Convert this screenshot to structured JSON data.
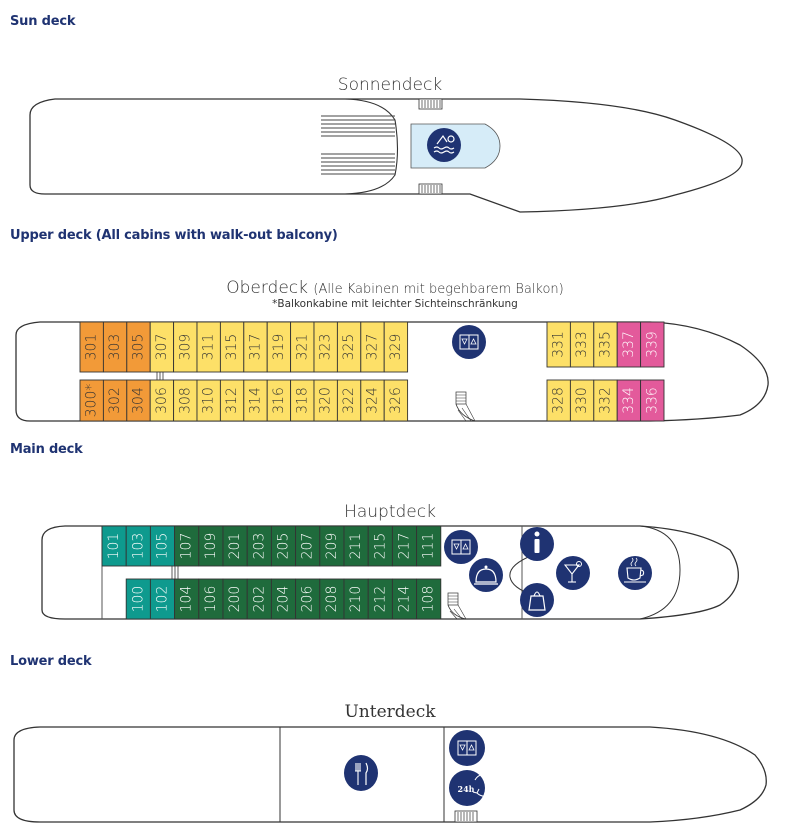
{
  "colors": {
    "heading": "#1f3372",
    "icon_circle": "#1f3372",
    "suite_orange": "#f29a38",
    "balcony_yellow": "#fde068",
    "pink": "#e35a9b",
    "teal": "#0e9a8e",
    "green": "#1f6b3c",
    "pool": "#d6ecf8",
    "outline": "#333333"
  },
  "sections": {
    "sun": {
      "heading": "Sun deck",
      "title": "Sonnendeck"
    },
    "upper": {
      "heading": "Upper deck (All cabins with walk-out balcony)",
      "title": "Oberdeck",
      "title_suffix": "(Alle Kabinen mit begehbarem Balkon)",
      "note": "*Balkonkabine mit leichter Sichteinschränkung"
    },
    "main": {
      "heading": "Main deck",
      "title": "Hauptdeck"
    },
    "lower": {
      "heading": "Lower deck",
      "title": "Unterdeck"
    }
  },
  "upper_cabins": {
    "top": [
      {
        "n": "301",
        "c": "suite_orange"
      },
      {
        "n": "303",
        "c": "suite_orange"
      },
      {
        "n": "305",
        "c": "suite_orange"
      },
      {
        "n": "307",
        "c": "balcony_yellow"
      },
      {
        "n": "309",
        "c": "balcony_yellow"
      },
      {
        "n": "311",
        "c": "balcony_yellow"
      },
      {
        "n": "315",
        "c": "balcony_yellow"
      },
      {
        "n": "317",
        "c": "balcony_yellow"
      },
      {
        "n": "319",
        "c": "balcony_yellow"
      },
      {
        "n": "321",
        "c": "balcony_yellow"
      },
      {
        "n": "323",
        "c": "balcony_yellow"
      },
      {
        "n": "325",
        "c": "balcony_yellow"
      },
      {
        "n": "327",
        "c": "balcony_yellow"
      },
      {
        "n": "329",
        "c": "balcony_yellow"
      }
    ],
    "bottom": [
      {
        "n": "300*",
        "c": "suite_orange"
      },
      {
        "n": "302",
        "c": "suite_orange"
      },
      {
        "n": "304",
        "c": "suite_orange"
      },
      {
        "n": "306",
        "c": "balcony_yellow"
      },
      {
        "n": "308",
        "c": "balcony_yellow"
      },
      {
        "n": "310",
        "c": "balcony_yellow"
      },
      {
        "n": "312",
        "c": "balcony_yellow"
      },
      {
        "n": "314",
        "c": "balcony_yellow"
      },
      {
        "n": "316",
        "c": "balcony_yellow"
      },
      {
        "n": "318",
        "c": "balcony_yellow"
      },
      {
        "n": "320",
        "c": "balcony_yellow"
      },
      {
        "n": "322",
        "c": "balcony_yellow"
      },
      {
        "n": "324",
        "c": "balcony_yellow"
      },
      {
        "n": "326",
        "c": "balcony_yellow"
      }
    ],
    "fwd_top": [
      {
        "n": "331",
        "c": "balcony_yellow"
      },
      {
        "n": "333",
        "c": "balcony_yellow"
      },
      {
        "n": "335",
        "c": "balcony_yellow"
      },
      {
        "n": "337",
        "c": "pink"
      },
      {
        "n": "339",
        "c": "pink"
      }
    ],
    "fwd_bottom": [
      {
        "n": "328",
        "c": "balcony_yellow"
      },
      {
        "n": "330",
        "c": "balcony_yellow"
      },
      {
        "n": "332",
        "c": "balcony_yellow"
      },
      {
        "n": "334",
        "c": "pink"
      },
      {
        "n": "336",
        "c": "pink"
      }
    ]
  },
  "main_cabins": {
    "top": [
      {
        "n": "101",
        "c": "teal"
      },
      {
        "n": "103",
        "c": "teal"
      },
      {
        "n": "105",
        "c": "teal"
      },
      {
        "n": "107",
        "c": "green"
      },
      {
        "n": "109",
        "c": "green"
      },
      {
        "n": "201",
        "c": "green"
      },
      {
        "n": "203",
        "c": "green"
      },
      {
        "n": "205",
        "c": "green"
      },
      {
        "n": "207",
        "c": "green"
      },
      {
        "n": "209",
        "c": "green"
      },
      {
        "n": "211",
        "c": "green"
      },
      {
        "n": "215",
        "c": "green"
      },
      {
        "n": "217",
        "c": "green"
      },
      {
        "n": "111",
        "c": "green"
      }
    ],
    "bottom": [
      {
        "n": "100",
        "c": "teal"
      },
      {
        "n": "102",
        "c": "teal"
      },
      {
        "n": "104",
        "c": "green"
      },
      {
        "n": "106",
        "c": "green"
      },
      {
        "n": "200",
        "c": "green"
      },
      {
        "n": "202",
        "c": "green"
      },
      {
        "n": "204",
        "c": "green"
      },
      {
        "n": "206",
        "c": "green"
      },
      {
        "n": "208",
        "c": "green"
      },
      {
        "n": "210",
        "c": "green"
      },
      {
        "n": "212",
        "c": "green"
      },
      {
        "n": "214",
        "c": "green"
      },
      {
        "n": "108",
        "c": "green"
      }
    ]
  },
  "icons": {
    "sun": [
      "swimming-pool-icon"
    ],
    "upper": [
      "elevator-icon",
      "staircase-icon"
    ],
    "main": [
      "elevator-icon",
      "reception-bell-icon",
      "information-icon",
      "bar-cocktail-icon",
      "shop-bag-icon",
      "coffee-icon",
      "staircase-icon"
    ],
    "lower": [
      "restaurant-icon",
      "elevator-icon",
      "24h-service-icon"
    ]
  },
  "badge_24h": "24h"
}
